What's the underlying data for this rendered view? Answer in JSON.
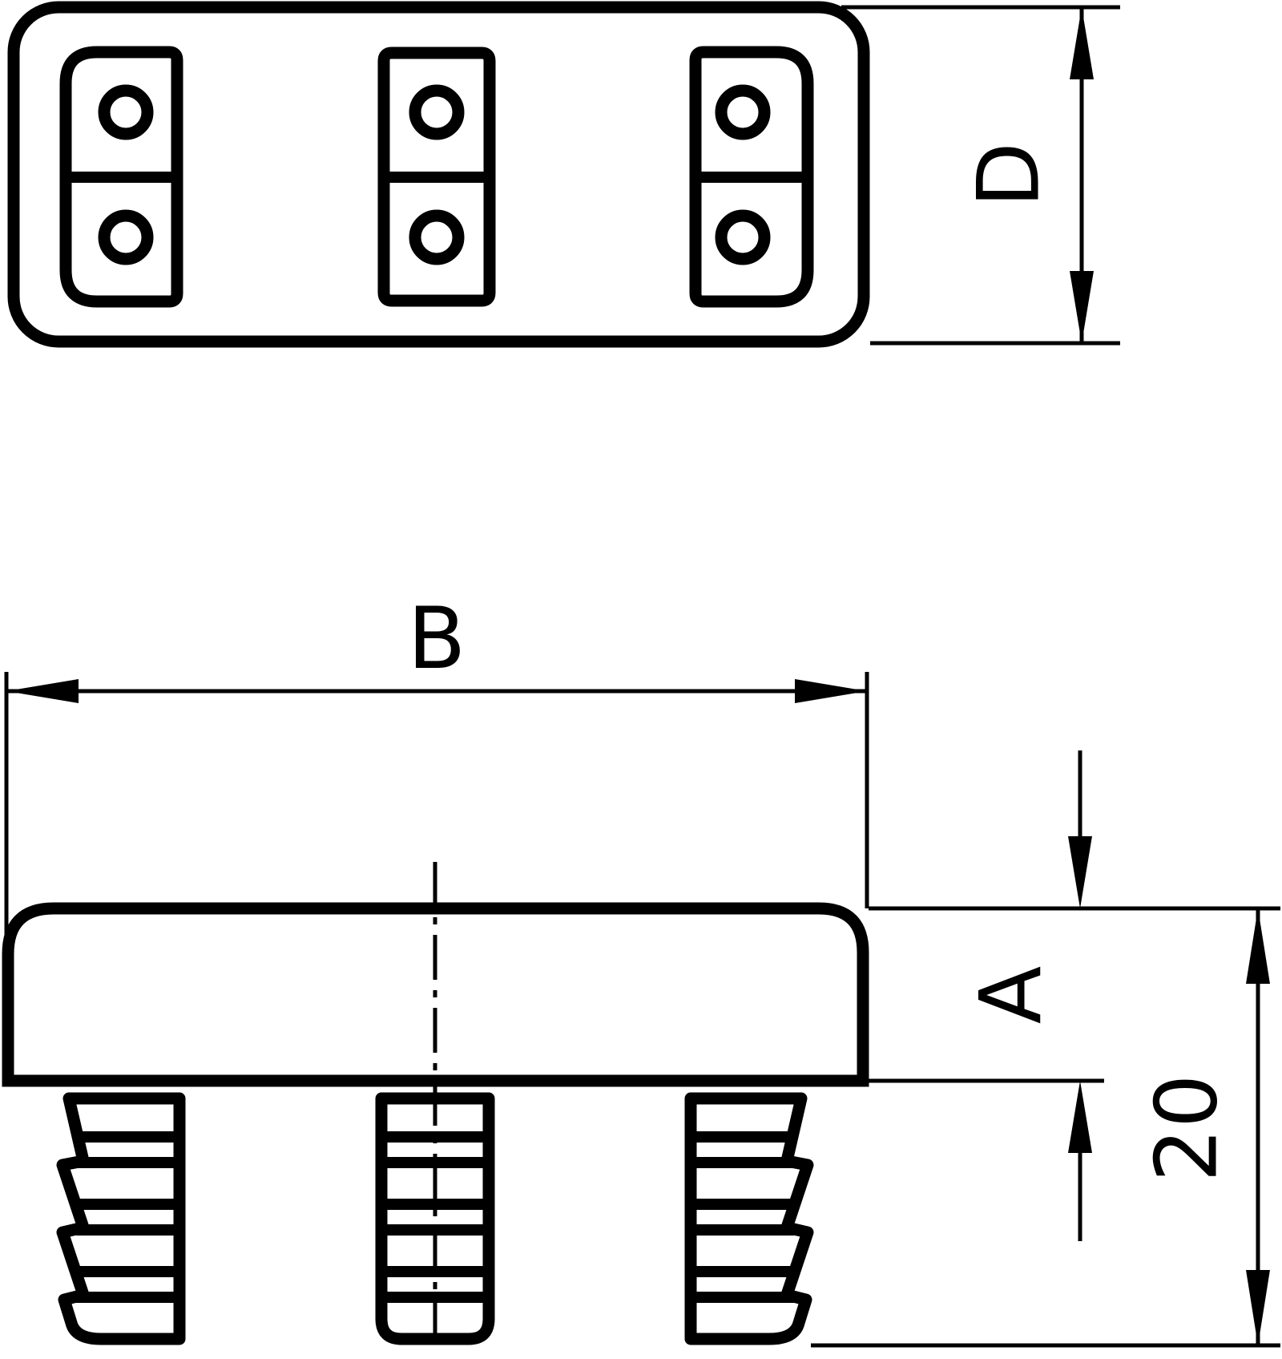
{
  "colors": {
    "line": "#000000",
    "background": "#ffffff"
  },
  "top_view": {
    "depth_dim": {
      "label": "D"
    }
  },
  "side_view": {
    "width_dim": {
      "label": "B"
    },
    "cap_height_dim": {
      "label": "A"
    },
    "total_height_dim": {
      "label": "20"
    }
  }
}
